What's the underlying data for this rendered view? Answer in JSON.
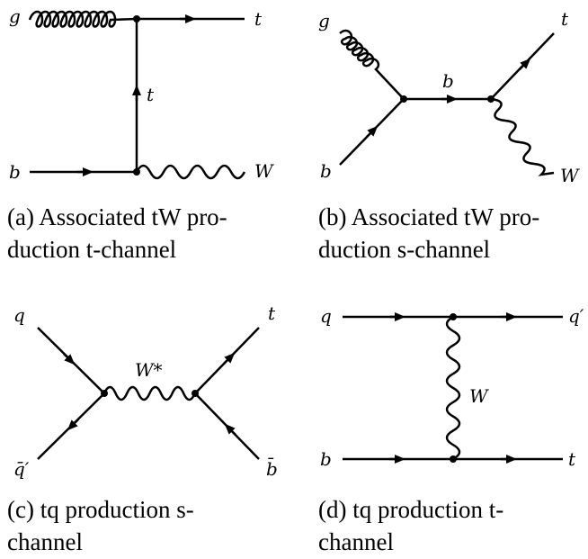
{
  "diagrams": [
    {
      "id": "a",
      "caption_line1": "(a) Associated tW pro-",
      "caption_line2": "duction t-channel",
      "particle_labels": [
        "g",
        "t",
        "t",
        "b",
        "W"
      ]
    },
    {
      "id": "b",
      "caption_line1": "(b) Associated tW pro-",
      "caption_line2": "duction s-channel",
      "particle_labels": [
        "g",
        "b",
        "t",
        "b",
        "W"
      ]
    },
    {
      "id": "c",
      "caption_line1": "(c) tq production s-",
      "caption_line2": "channel",
      "particle_labels": [
        "q",
        "W*",
        "t",
        "q̄′",
        "b̄"
      ]
    },
    {
      "id": "d",
      "caption_line1": "(d) tq production t-",
      "caption_line2": "channel",
      "particle_labels": [
        "q",
        "q′",
        "W",
        "b",
        "t"
      ]
    }
  ]
}
